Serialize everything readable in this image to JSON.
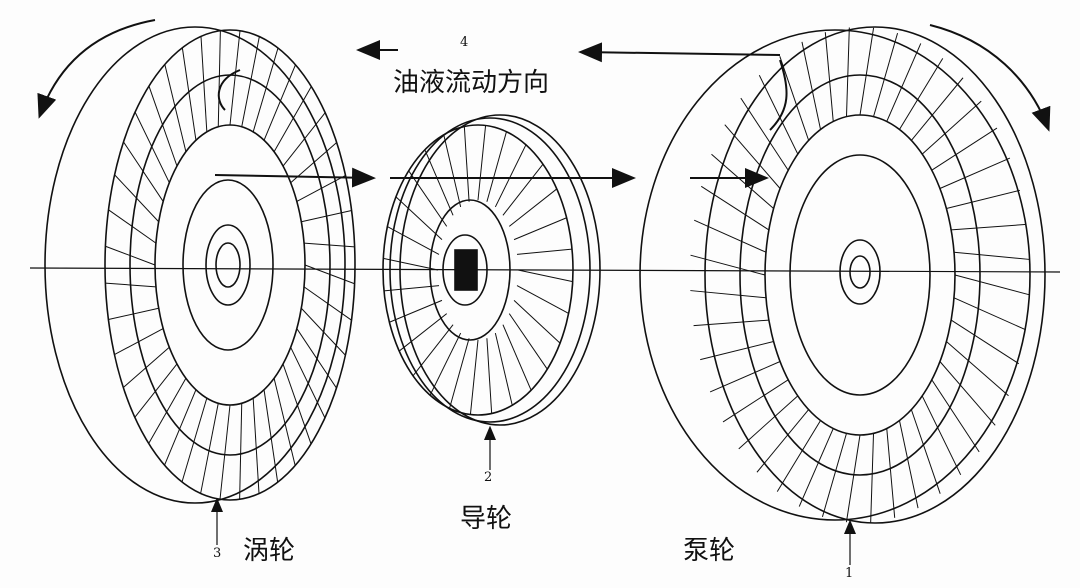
{
  "diagram": {
    "flow_label": "油液流动方向",
    "flow_number": "4",
    "parts": [
      {
        "number": "1",
        "name": "泵轮"
      },
      {
        "number": "2",
        "name": "导轮"
      },
      {
        "number": "3",
        "name": "涡轮"
      }
    ]
  }
}
